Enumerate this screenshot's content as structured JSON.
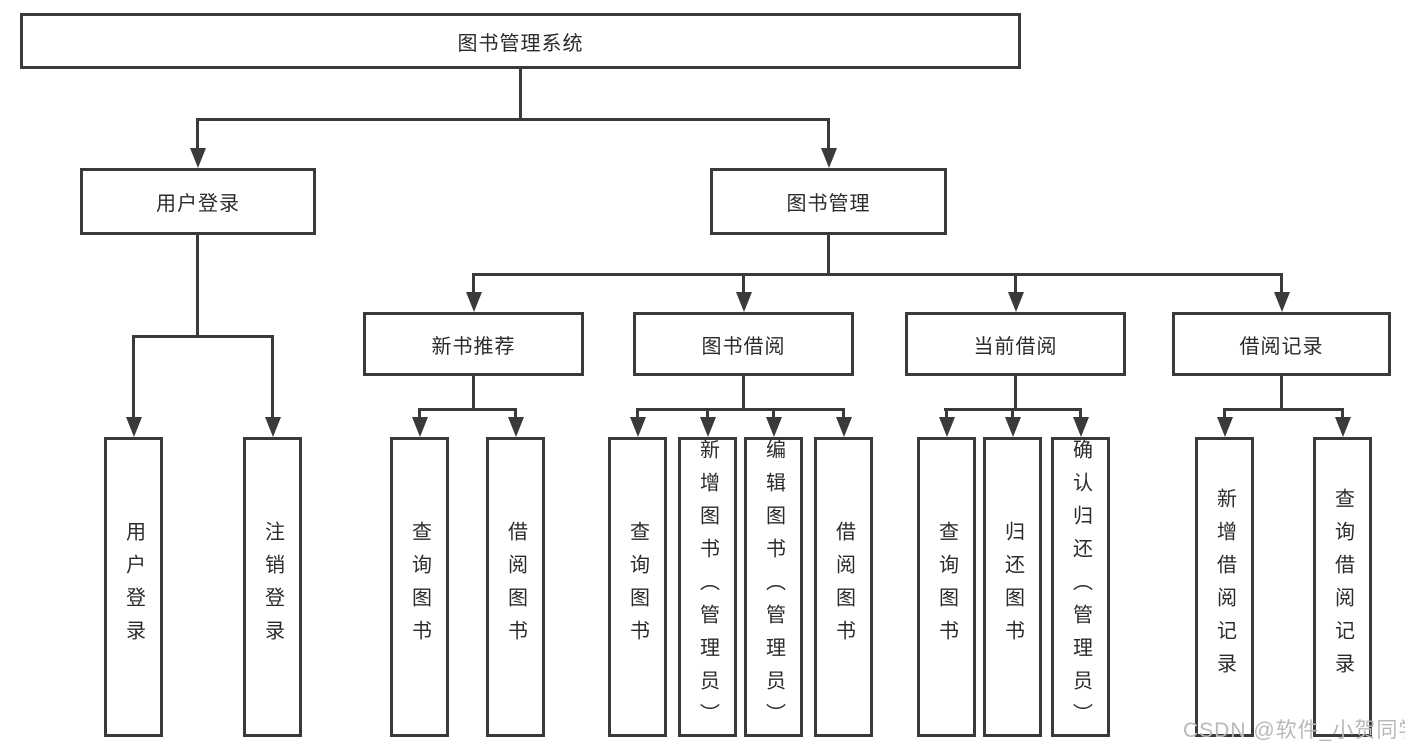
{
  "diagram": {
    "title": "图书管理系统",
    "colors": {
      "background": "#ffffff",
      "line": "#3a3a3a",
      "text": "#2b2b2b",
      "watermark_text_color": "#b9b9b9"
    },
    "watermark": "CSDN @软件_小贺同学",
    "nodes": {
      "root": {
        "label": "图书管理系统"
      },
      "user_login": {
        "label": "用户登录"
      },
      "book_mgmt": {
        "label": "图书管理"
      },
      "new_book_rec": {
        "label": "新书推荐"
      },
      "book_borrow": {
        "label": "图书借阅"
      },
      "current_borrow": {
        "label": "当前借阅"
      },
      "borrow_record": {
        "label": "借阅记录"
      },
      "leaf_user_login": {
        "label": "用户登录"
      },
      "leaf_logout": {
        "label": "注销登录"
      },
      "leaf_query_book_1": {
        "label": "查询图书"
      },
      "leaf_borrow_book_1": {
        "label": "借阅图书"
      },
      "leaf_query_book_2": {
        "label": "查询图书"
      },
      "leaf_add_book": {
        "label": "新增图书（管理员）"
      },
      "leaf_edit_book": {
        "label": "编辑图书（管理员）"
      },
      "leaf_borrow_book_2": {
        "label": "借阅图书"
      },
      "leaf_query_book_3": {
        "label": "查询图书"
      },
      "leaf_return_book": {
        "label": "归还图书"
      },
      "leaf_confirm_return": {
        "label": "确认归还（管理员）"
      },
      "leaf_add_record": {
        "label": "新增借阅记录"
      },
      "leaf_query_record": {
        "label": "查询借阅记录"
      }
    },
    "tree": {
      "图书管理系统": {
        "用户登录": [
          "用户登录",
          "注销登录"
        ],
        "图书管理": {
          "新书推荐": [
            "查询图书",
            "借阅图书"
          ],
          "图书借阅": [
            "查询图书",
            "新增图书（管理员）",
            "编辑图书（管理员）",
            "借阅图书"
          ],
          "当前借阅": [
            "查询图书",
            "归还图书",
            "确认归还（管理员）"
          ],
          "借阅记录": [
            "新增借阅记录",
            "查询借阅记录"
          ]
        }
      }
    }
  }
}
